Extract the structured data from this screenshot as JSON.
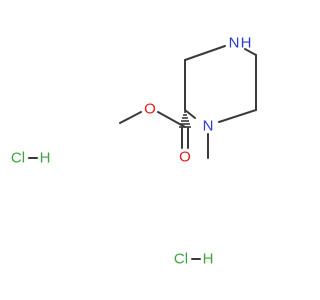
{
  "molecule": {
    "atoms": {
      "nh": "N",
      "h": "H",
      "n_methyl": "N",
      "o_carbonyl": "O",
      "o_ester": "O"
    },
    "salts": [
      {
        "cl": "Cl",
        "h": "H"
      },
      {
        "cl": "Cl",
        "h": "H"
      }
    ]
  },
  "colors": {
    "bond": "#3a3a3a",
    "nitrogen": "#2a3bd6",
    "oxygen": "#e01b12",
    "chlorine": "#3ca53c"
  }
}
